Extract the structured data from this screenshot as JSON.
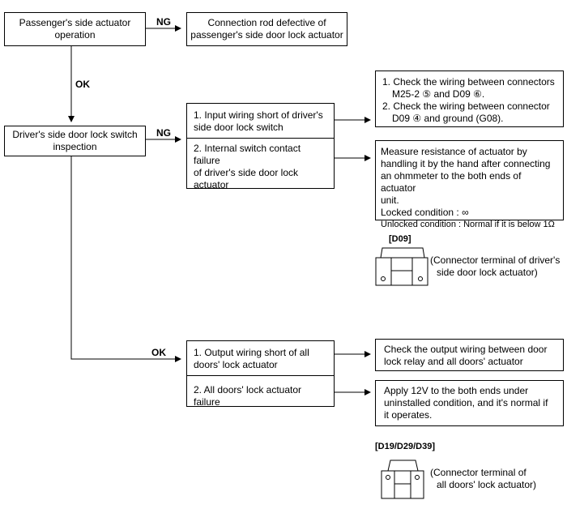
{
  "boxes": {
    "passenger_check": [
      "Passenger's side actuator",
      "operation"
    ],
    "rod_defect": [
      "Connection rod defective of",
      "passenger's side door lock actuator"
    ],
    "driver_switch": [
      "Driver's side door lock switch",
      "inspection"
    ],
    "ng_cause_1": [
      "1. Input wiring short of driver's",
      "side door lock switch"
    ],
    "ng_cause_2": [
      "2. Internal switch contact failure",
      "of driver's side door lock",
      "actuator"
    ],
    "wiring_check": [
      "1. Check the wiring between connectors",
      "M25-2 ⑤ and D09 ⑥.",
      "2. Check the wiring between connector",
      "D09 ④ and ground (G08)."
    ],
    "resistance_check": [
      "Measure resistance of actuator by",
      "handling it by the hand after connecting",
      "an ohmmeter to the both ends of actuator",
      "unit.",
      "Locked condition : ∞",
      "Unlocked condition : Normal if it is below 1Ω"
    ],
    "ok_cause_1": [
      "1. Output wiring short of all",
      "doors' lock actuator"
    ],
    "ok_cause_2": [
      "2. All doors' lock actuator failure"
    ],
    "output_check": [
      "Check the output wiring between door",
      "lock relay and all doors' actuator"
    ],
    "apply_12v": [
      "Apply 12V to the both ends under",
      "uninstalled condition, and it's normal if",
      "it operates."
    ]
  },
  "labels": {
    "ng": "NG",
    "ok": "OK"
  },
  "connectors": {
    "d09": {
      "id": "[D09]",
      "caption": [
        "(Connector terminal of driver's",
        "side door lock actuator)"
      ]
    },
    "d19": {
      "id": "[D19/D29/D39]",
      "caption": [
        "(Connector terminal of",
        "all doors' lock actuator)"
      ]
    }
  }
}
